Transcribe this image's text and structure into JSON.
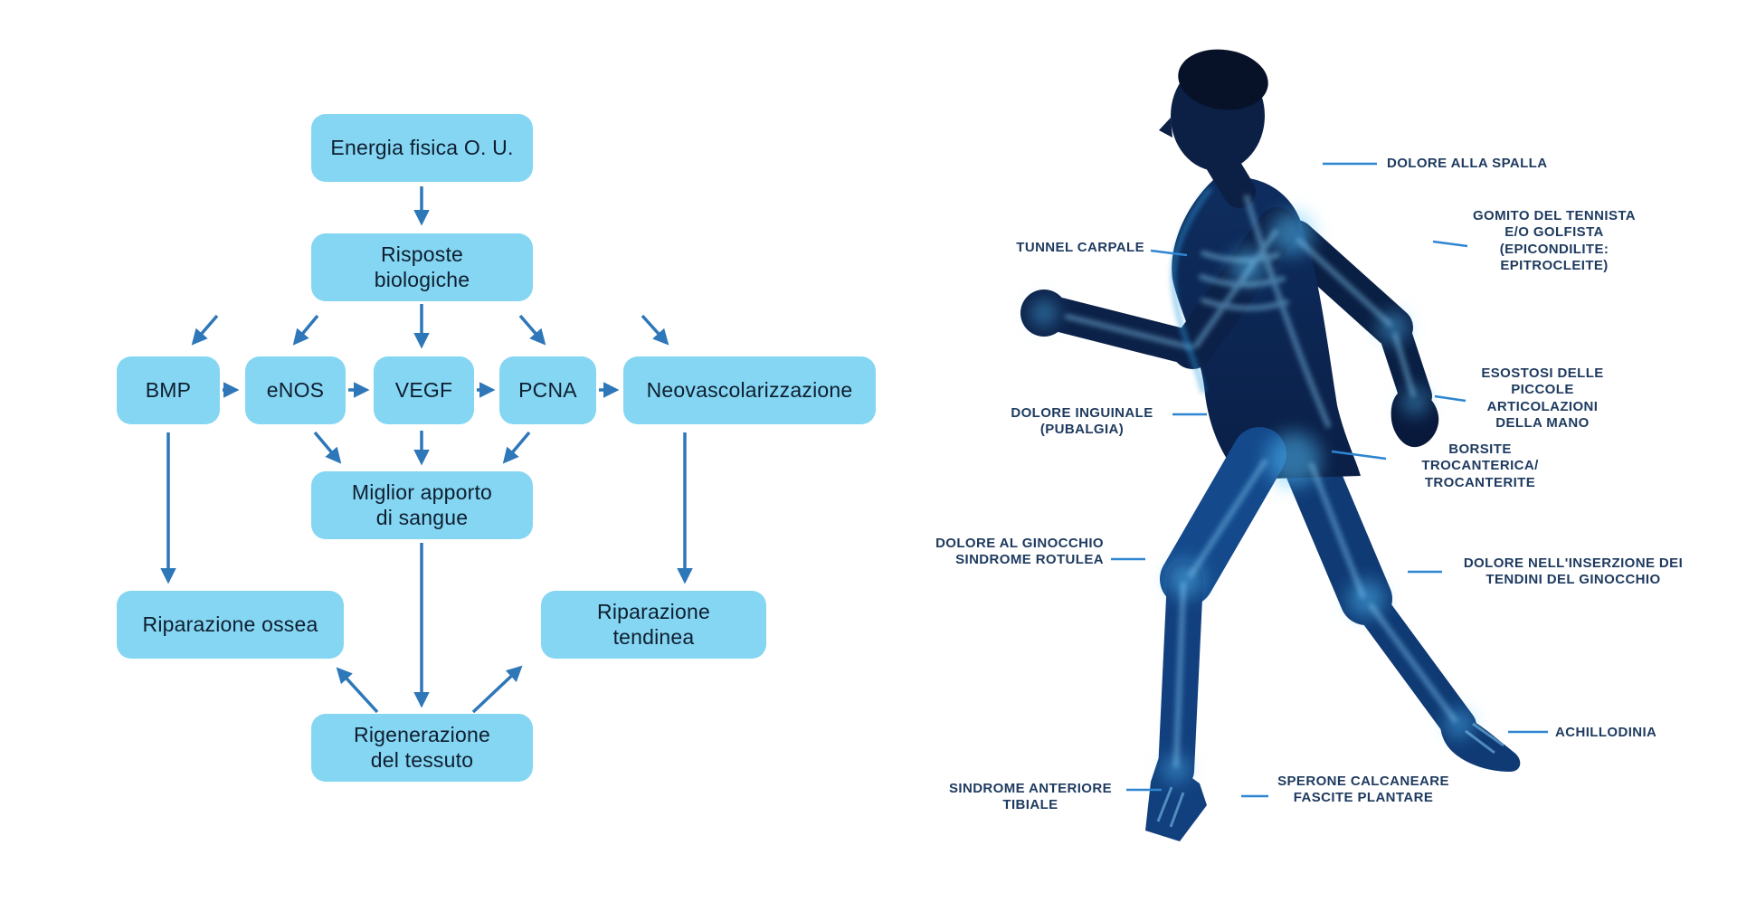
{
  "flowchart": {
    "nodes": {
      "energia": "Energia fisica O. U.",
      "risposte": "Risposte\nbiologiche",
      "bmp": "BMP",
      "enos": "eNOS",
      "vegf": "VEGF",
      "pcna": "PCNA",
      "neo": "Neovascolarizzazione",
      "apporto": "Miglior apporto\ndi sangue",
      "ossea": "Riparazione ossea",
      "tendinea": "Riparazione\ntendinea",
      "rigenerazione": "Rigenerazione\ndel tessuto"
    },
    "colors": {
      "node_fill": "#85d6f2",
      "node_text": "#0e1e30",
      "arrow": "#2e77b8"
    }
  },
  "figure": {
    "labels": [
      {
        "id": "spalla",
        "text": "DOLORE ALLA SPALLA"
      },
      {
        "id": "gomito",
        "text": "GOMITO DEL TENNISTA\nE/O GOLFISTA\n(EPICONDILITE:\nEPITROCLEITE)"
      },
      {
        "id": "tunnel-carpale",
        "text": "TUNNEL CARPALE"
      },
      {
        "id": "esostosi",
        "text": "ESOSTOSI DELLE\nPICCOLE\nARTICOLAZIONI\nDELLA MANO"
      },
      {
        "id": "inguinale",
        "text": "DOLORE INGUINALE\n(PUBALGIA)"
      },
      {
        "id": "borsite",
        "text": "BORSITE\nTROCANTERICA/\nTROCANTERITE"
      },
      {
        "id": "ginocchio",
        "text": "DOLORE AL GINOCCHIO\nSINDROME ROTULEA"
      },
      {
        "id": "inserzione-tendini",
        "text": "DOLORE NELL'INSERZIONE DEI\nTENDINI DEL GINOCCHIO"
      },
      {
        "id": "achillodinia",
        "text": "ACHILLODINIA"
      },
      {
        "id": "tibiale",
        "text": "SINDROME ANTERIORE\nTIBIALE"
      },
      {
        "id": "sperone",
        "text": "SPERONE CALCANEARE\nFASCITE PLANTARE"
      }
    ],
    "label_color": "#1e3a5f",
    "leader_color": "#2e86d1"
  }
}
